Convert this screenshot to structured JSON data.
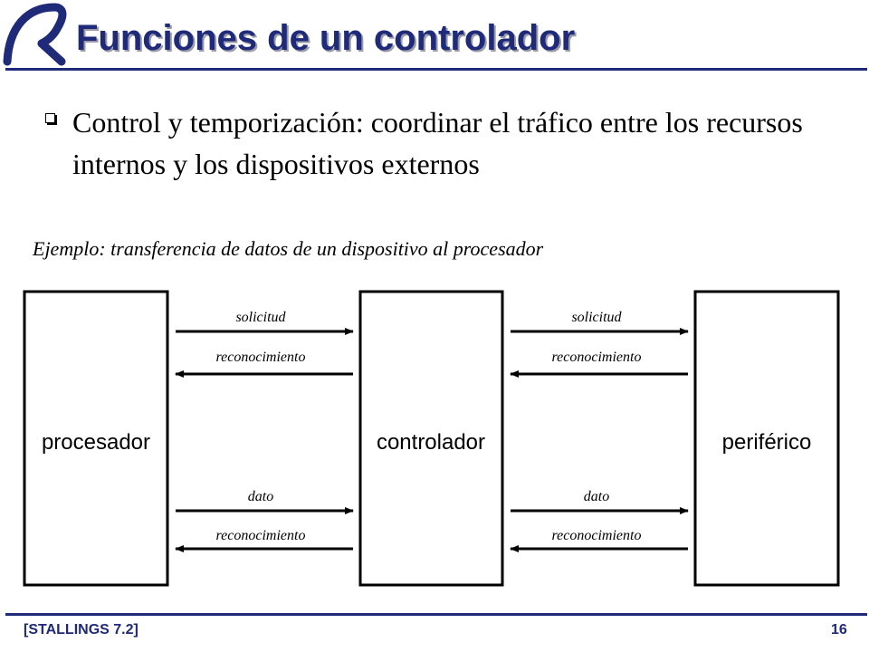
{
  "slide": {
    "title": "Funciones de un controlador",
    "bullet": "Control y temporización: coordinar el tráfico entre los recursos internos y los dispositivos externos",
    "example": "Ejemplo: transferencia de datos de un dispositivo al procesador",
    "footer_ref": "[STALLINGS 7.2]",
    "page_number": "16"
  },
  "diagram": {
    "boxes": {
      "processor": "procesador",
      "controller": "controlador",
      "peripheral": "periférico"
    },
    "signals": {
      "request": "solicitud",
      "ack": "reconocimiento",
      "data": "dato"
    }
  },
  "colors": {
    "accent": "#1f2a78",
    "title_shadow": "#9a9aa8"
  },
  "icons": [
    "logo-icon",
    "bullet-icon",
    "arrow-icon"
  ]
}
